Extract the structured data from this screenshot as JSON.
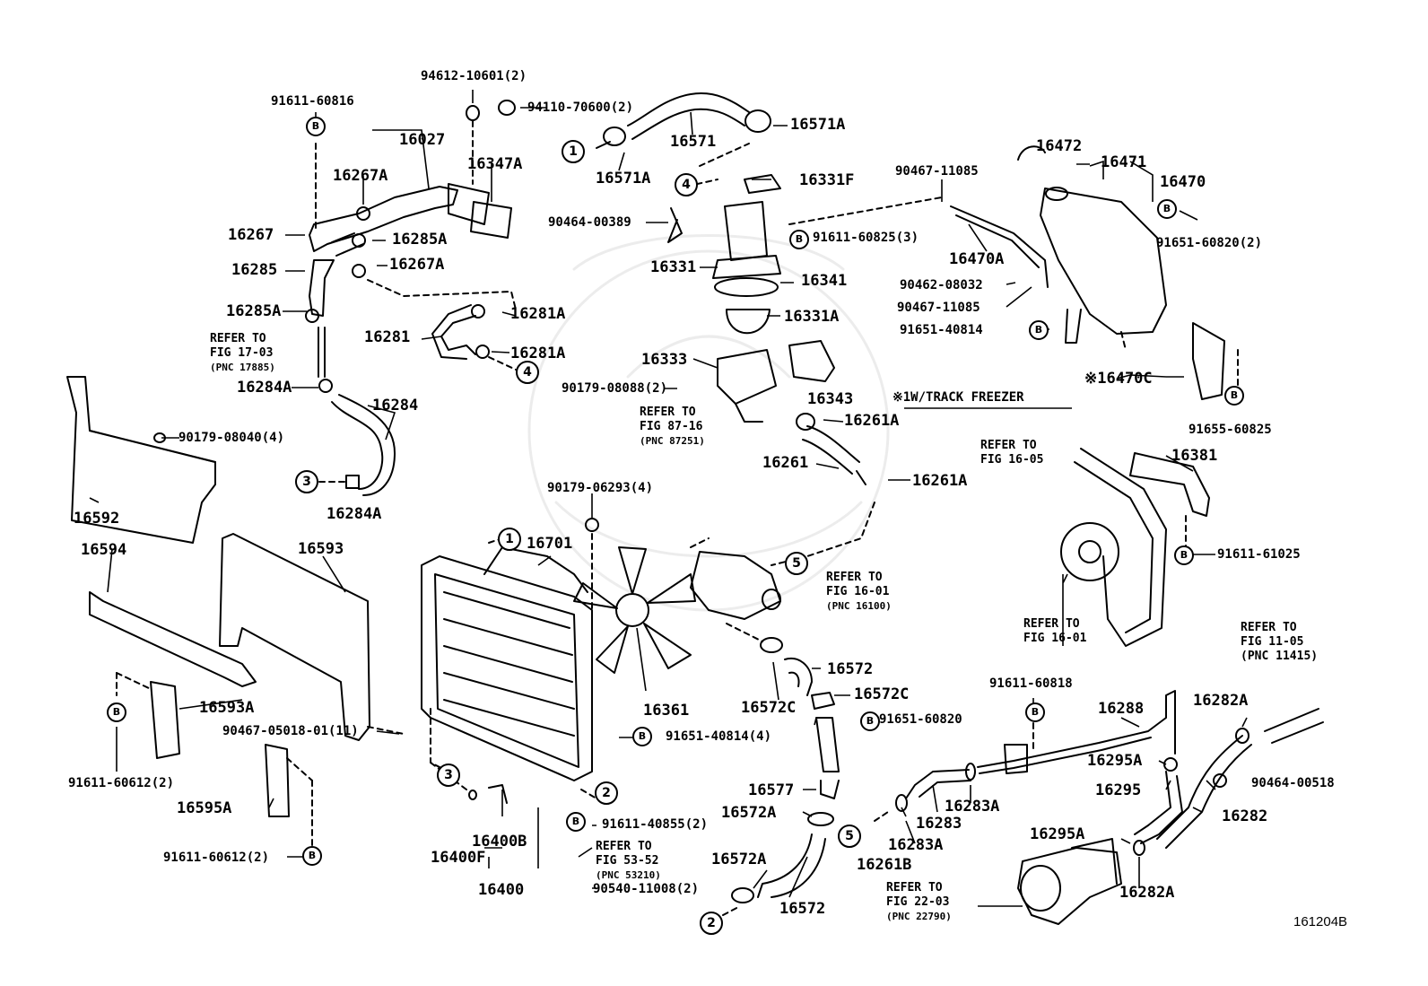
{
  "colors": {
    "line": "#000000",
    "background": "#ffffff",
    "watermark": "#888888"
  },
  "figure_id": "161204B",
  "note": "※1W/TRACK FREEZER",
  "callouts": {
    "c1": "1",
    "c2": "2",
    "c3": "3",
    "c4": "4",
    "c5": "5",
    "bolt": "B"
  },
  "parts": {
    "p94612": "94612-10601(2)",
    "p94110": "94110-70600(2)",
    "p91611_60816": "91611-60816",
    "p16027": "16027",
    "p16347A": "16347A",
    "p16267A_1": "16267A",
    "p16267": "16267",
    "p16285A_1": "16285A",
    "p16285": "16285",
    "p16267A_2": "16267A",
    "p16285A_2": "16285A",
    "p16281A_1": "16281A",
    "p16281": "16281",
    "p16281A_2": "16281A",
    "p16284A_1": "16284A",
    "p16284": "16284",
    "p16284A_2": "16284A",
    "p16571": "16571",
    "p16571A_1": "16571A",
    "p16571A_2": "16571A",
    "p16331F": "16331F",
    "p90464_00389": "90464-00389",
    "p16331": "16331",
    "p91611_60825": "91611-60825(3)",
    "p16341": "16341",
    "p16331A": "16331A",
    "p16333": "16333",
    "p90179_08088": "90179-08088(2)",
    "p16343": "16343",
    "p90467_11085_1": "90467-11085",
    "p16472": "16472",
    "p16471": "16471",
    "p16470": "16470",
    "p16470A": "16470A",
    "p91651_60820_2": "91651-60820(2)",
    "p90462_08032": "90462-08032",
    "p90467_11085_2": "90467-11085",
    "p91651_40814": "91651-40814",
    "p16470C": "※16470C",
    "p91655_60825": "91655-60825",
    "p16261A_1": "16261A",
    "p16261": "16261",
    "p16261A_2": "16261A",
    "p90179_08040": "90179-08040(4)",
    "p16592": "16592",
    "p16594": "16594",
    "p16593": "16593",
    "p16593A": "16593A",
    "p91611_60612_a": "91611-60612(2)",
    "p90467_05018": "90467-05018-01(11)",
    "p16595A": "16595A",
    "p91611_60612_b": "91611-60612(2)",
    "p90179_06293": "90179-06293(4)",
    "p16701": "16701",
    "p16361": "16361",
    "p91651_40814_4": "91651-40814(4)",
    "p16400B": "16400B",
    "p16400F": "16400F",
    "p16400": "16400",
    "p91611_40855": "91611-40855(2)",
    "p90540_11008": "90540-11008(2)",
    "p16572_1": "16572",
    "p16572C_1": "16572C",
    "p16572C_2": "16572C",
    "p91651_60820": "91651-60820",
    "p16577": "16577",
    "p16572A_1": "16572A",
    "p16572A_2": "16572A",
    "p16572_2": "16572",
    "p16381": "16381",
    "p91611_61025": "91611-61025",
    "p91611_60818": "91611-60818",
    "p16288": "16288",
    "p16295A_1": "16295A",
    "p16283A_1": "16283A",
    "p16283": "16283",
    "p16283A_2": "16283A",
    "p16261B": "16261B",
    "p16295": "16295",
    "p16295A_2": "16295A",
    "p16282A_1": "16282A",
    "p16282": "16282",
    "p16282A_2": "16282A",
    "p90464_00518": "90464-00518"
  },
  "refs": {
    "r1703": {
      "line1": "REFER TO",
      "line2": "FIG 17-03",
      "line3": "(PNC 17885)"
    },
    "r8716": {
      "line1": "REFER TO",
      "line2": "FIG 87-16",
      "line3": "(PNC 87251)"
    },
    "r1605": {
      "line1": "REFER TO",
      "line2": "FIG 16-05"
    },
    "r1601a": {
      "line1": "REFER TO",
      "line2": "FIG 16-01",
      "line3": "(PNC 16100)"
    },
    "r1601b": {
      "line1": "REFER TO",
      "line2": "FIG 16-01"
    },
    "r1105": {
      "line1": "REFER TO",
      "line2": "FIG 11-05",
      "line3": "(PNC 11415)"
    },
    "r5352": {
      "line1": "REFER TO",
      "line2": "FIG 53-52",
      "line3": "(PNC 53210)"
    },
    "r2203": {
      "line1": "REFER TO",
      "line2": "FIG 22-03",
      "line3": "(PNC 22790)"
    }
  }
}
